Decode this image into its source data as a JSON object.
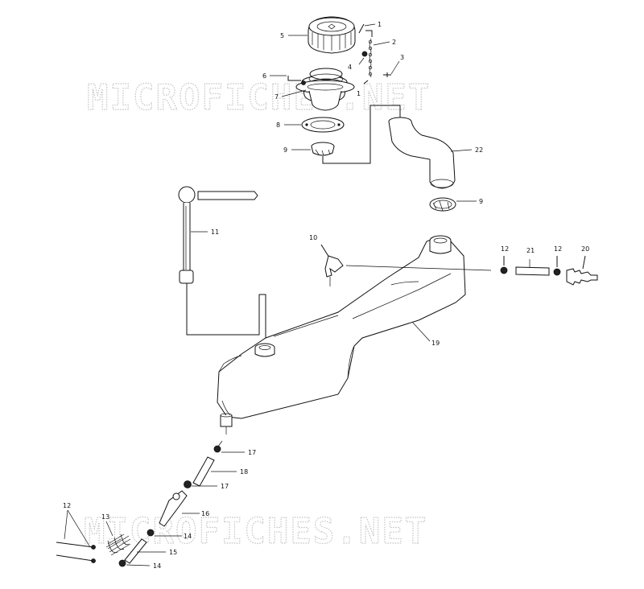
{
  "watermark": {
    "top": "MICROFICHES.NET",
    "bottom": "MICROFICHES.NET"
  },
  "callouts": [
    "1",
    "2",
    "3",
    "4",
    "5",
    "6",
    "7",
    "1",
    "8",
    "9",
    "22",
    "9",
    "11",
    "10",
    "12",
    "21",
    "12",
    "20",
    "19",
    "17",
    "18",
    "17",
    "16",
    "12",
    "13",
    "14",
    "15",
    "14"
  ],
  "colors": {
    "ink": "#111111",
    "watermark": "#c4c4c4",
    "paper": "#ffffff"
  }
}
